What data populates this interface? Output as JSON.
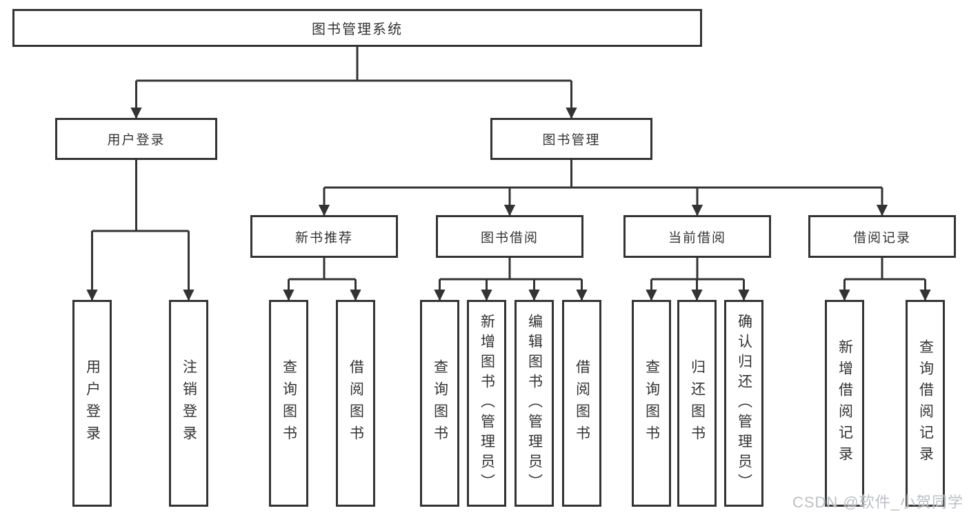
{
  "diagram": {
    "root": {
      "label": "图书管理系统"
    },
    "level2": [
      {
        "label": "用户登录"
      },
      {
        "label": "图书管理"
      }
    ],
    "level3": [
      {
        "label": "新书推荐"
      },
      {
        "label": "图书借阅"
      },
      {
        "label": "当前借阅"
      },
      {
        "label": "借阅记录"
      }
    ],
    "leaves": [
      {
        "label": "用户登录"
      },
      {
        "label": "注销登录"
      },
      {
        "label": "查询图书"
      },
      {
        "label": "借阅图书"
      },
      {
        "label": "查询图书"
      },
      {
        "label": "新增图书（管理员）"
      },
      {
        "label": "编辑图书（管理员）"
      },
      {
        "label": "借阅图书"
      },
      {
        "label": "查询图书"
      },
      {
        "label": "归还图书"
      },
      {
        "label": "确认归还（管理员）"
      },
      {
        "label": "新增借阅记录"
      },
      {
        "label": "查询借阅记录"
      }
    ]
  },
  "watermark": "CSDN @软件_小贺同学",
  "colors": {
    "line": "#333333",
    "text": "#333333",
    "watermark": "#b9bcc2",
    "background": "#ffffff"
  }
}
